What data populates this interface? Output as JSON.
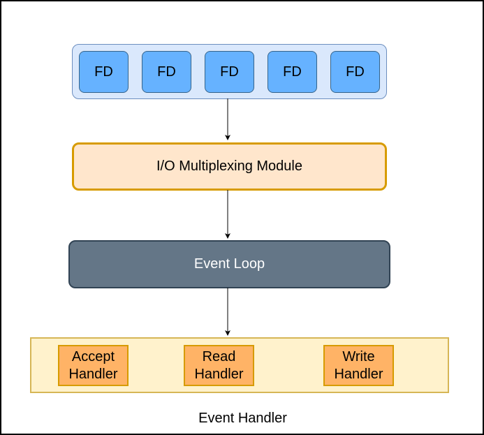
{
  "fd_items": [
    "FD",
    "FD",
    "FD",
    "FD",
    "FD"
  ],
  "io_module": {
    "label": "I/O Multiplexing Module"
  },
  "event_loop": {
    "label": "Event Loop"
  },
  "handlers": [
    {
      "label": "Accept\nHandler"
    },
    {
      "label": "Read\nHandler"
    },
    {
      "label": "Write\nHandler"
    }
  ],
  "event_handler_caption": "Event Handler",
  "colors": {
    "fd_container_fill": "#dae8fc",
    "fd_fill": "#66b2ff",
    "io_fill": "#ffe6cc",
    "io_border": "#d79b00",
    "loop_fill": "#647687",
    "handler_container_fill": "#fff2cc",
    "handler_fill": "#ffb366"
  }
}
